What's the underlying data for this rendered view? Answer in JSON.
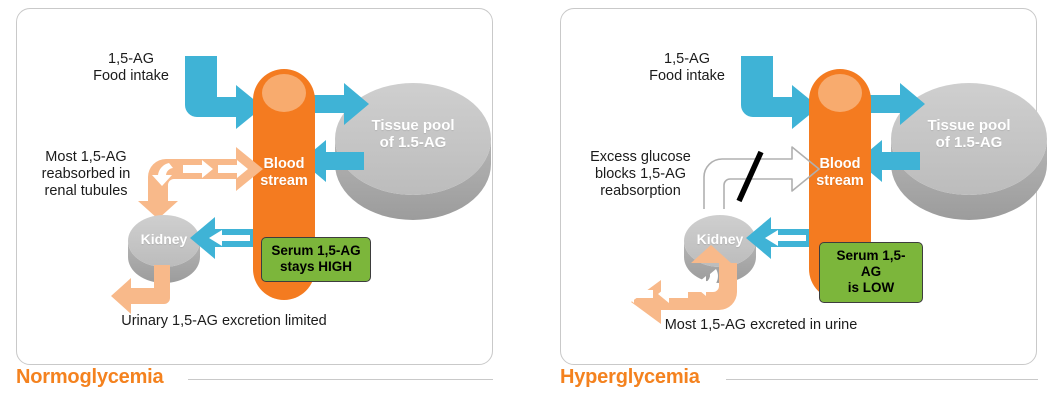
{
  "figure": {
    "type": "diagram",
    "subject": "1,5-anhydroglucitol (1,5-AG) renal handling under normal vs high blood glucose",
    "panel_count": 2
  },
  "colors": {
    "blue_arrow": "#3fb3d6",
    "orange_body": "#f47b20",
    "orange_highlight": "#f8ab6e",
    "peach_arrow": "#f8b98a",
    "gray_disc_top": "#c2c2c2",
    "gray_disc_side": "#a8a8a8",
    "green_badge": "#7cb63b",
    "badge_border": "#3d3d3d",
    "caption_orange": "#f4821f",
    "panel_border": "#c9c9c9",
    "blocked_arrow_outline": "#b0b0b0",
    "block_slash": "#000000",
    "text_dark": "#1b1b1b"
  },
  "panels": [
    {
      "id": "normoglycemia",
      "caption": "Normoglycemia",
      "labels": {
        "food_intake": "1,5-AG\nFood intake",
        "reabsorption": "Most 1,5-AG\nreabsorbed in\nrenal tubules",
        "excretion": "Urinary 1,5-AG excretion limited"
      },
      "shapes": {
        "blood_stream": "Blood\nstream",
        "tissue_pool": "Tissue pool\nof 1.5-AG",
        "kidney": "Kidney"
      },
      "badge": "Serum 1,5-AG\nstays HIGH",
      "flows": [
        {
          "name": "food-intake-to-blood",
          "color": "#3fb3d6",
          "blocked": false
        },
        {
          "name": "blood-to-tissue",
          "color": "#3fb3d6",
          "blocked": false
        },
        {
          "name": "tissue-to-blood",
          "color": "#3fb3d6",
          "blocked": false
        },
        {
          "name": "blood-to-kidney",
          "color": "#3fb3d6",
          "blocked": false
        },
        {
          "name": "kidney-reabsorption-to-blood",
          "color": "#f8b98a",
          "blocked": false
        },
        {
          "name": "kidney-to-urine",
          "color": "#f8b98a",
          "blocked": false
        }
      ]
    },
    {
      "id": "hyperglycemia",
      "caption": "Hyperglycemia",
      "labels": {
        "food_intake": "1,5-AG\nFood intake",
        "reabsorption": "Excess glucose\nblocks 1,5-AG\nreabsorption",
        "excretion": "Most 1,5-AG excreted in urine"
      },
      "shapes": {
        "blood_stream": "Blood\nstream",
        "tissue_pool": "Tissue pool\nof 1.5-AG",
        "kidney": "Kidney"
      },
      "badge": "Serum 1,5-AG\nis LOW",
      "flows": [
        {
          "name": "food-intake-to-blood",
          "color": "#3fb3d6",
          "blocked": false
        },
        {
          "name": "blood-to-tissue",
          "color": "#3fb3d6",
          "blocked": false
        },
        {
          "name": "tissue-to-blood",
          "color": "#3fb3d6",
          "blocked": false
        },
        {
          "name": "blood-to-kidney",
          "color": "#3fb3d6",
          "blocked": false
        },
        {
          "name": "kidney-reabsorption-to-blood",
          "color": "#b0b0b0",
          "blocked": true
        },
        {
          "name": "kidney-to-urine",
          "color": "#f8b98a",
          "blocked": false
        }
      ]
    }
  ]
}
